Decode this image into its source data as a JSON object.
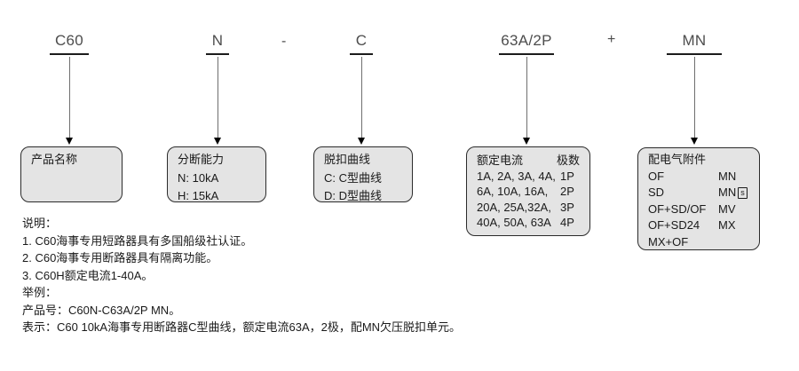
{
  "model_code": {
    "parts": [
      {
        "label": "C60"
      },
      {
        "label": "N"
      },
      {
        "label": "C"
      },
      {
        "label": "63A/2P"
      },
      {
        "label": "MN"
      }
    ],
    "separators": {
      "dash": "-",
      "plus": "+"
    }
  },
  "boxes": {
    "product": {
      "title": "产品名称"
    },
    "breaking": {
      "title": "分断能力",
      "lines": [
        "N: 10kA",
        "H: 15kA"
      ]
    },
    "curve": {
      "title": "脱扣曲线",
      "lines": [
        "C: C型曲线",
        "D: D型曲线"
      ]
    },
    "current": {
      "col1_header": "额定电流",
      "col2_header": "极数",
      "rows": [
        {
          "currents": "1A, 2A, 3A, 4A,",
          "poles": "1P"
        },
        {
          "currents": "6A, 10A, 16A,",
          "poles": "2P"
        },
        {
          "currents": "20A, 25A,32A,",
          "poles": "3P"
        },
        {
          "currents": "40A, 50A, 63A",
          "poles": "4P"
        }
      ]
    },
    "accessories": {
      "title": "配电气附件",
      "rows": [
        {
          "combo": "OF",
          "unit": "MN",
          "badge": ""
        },
        {
          "combo": "SD",
          "unit": "MN",
          "badge": "s"
        },
        {
          "combo": "OF+SD/OF",
          "unit": "MV",
          "badge": ""
        },
        {
          "combo": "OF+SD24",
          "unit": "MX",
          "badge": ""
        },
        {
          "combo": "MX+OF",
          "unit": "",
          "badge": ""
        }
      ]
    }
  },
  "notes": {
    "title": "说明：",
    "items": [
      "1. C60海事专用短路器具有多国船级社认证。",
      "2. C60海事专用断路器具有隔离功能。",
      "3. C60H额定电流1-40A。"
    ]
  },
  "example": {
    "title": "举例：",
    "product_line": "产品号：C60N-C63A/2P MN。",
    "meaning_line": "表示：C60 10kA海事专用断路器C型曲线，额定电流63A，2极，配MN欠压脱扣单元。"
  },
  "colors": {
    "box_fill": "#e4e4e4",
    "box_border": "#2b2b2b",
    "label_gray": "#4d4d4d",
    "text": "#1a1a1a"
  }
}
